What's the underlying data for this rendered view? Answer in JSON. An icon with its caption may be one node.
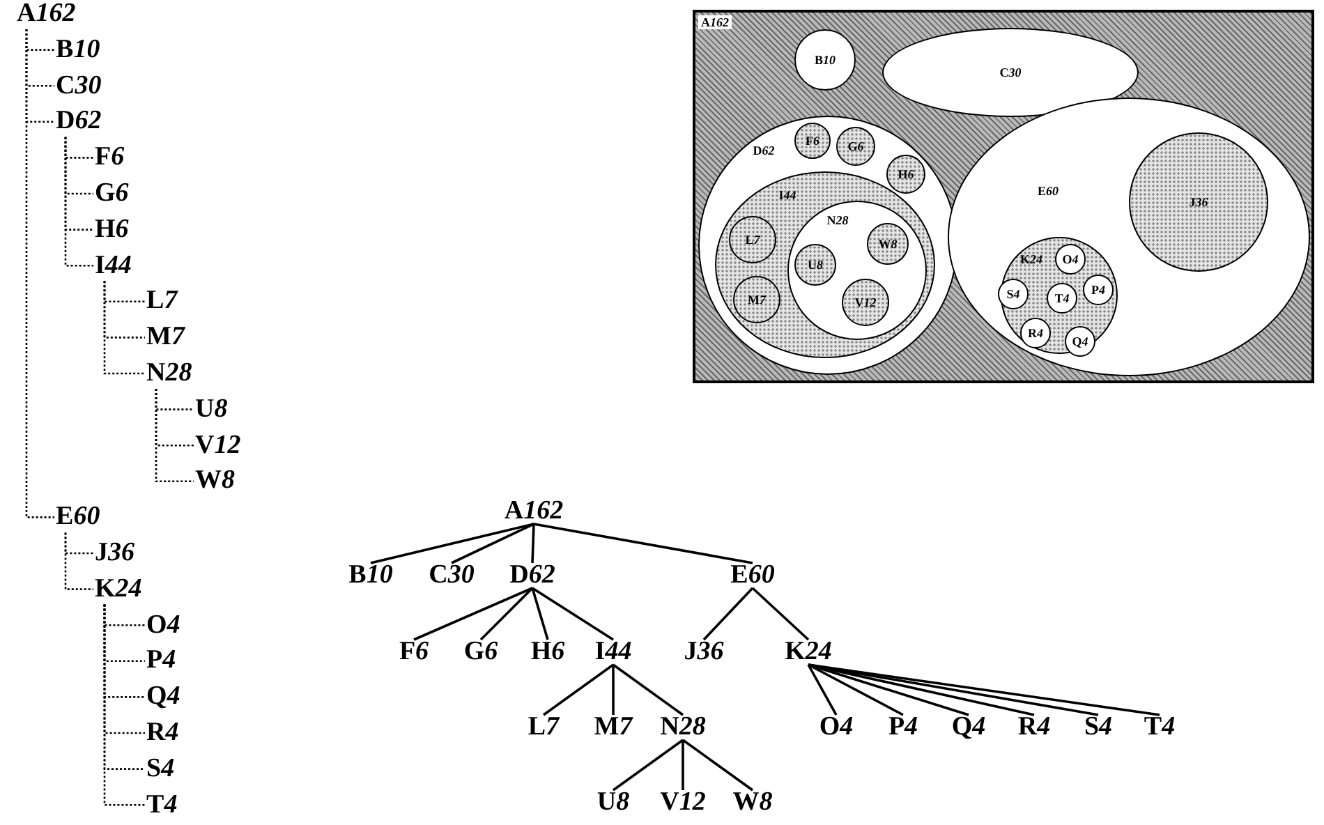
{
  "diagram": {
    "nodes": [
      {
        "text": [
          "A162"
        ]
      },
      {
        "text": [
          "B10"
        ]
      },
      {
        "text": [
          "C30"
        ]
      },
      {
        "text": [
          "D62"
        ]
      },
      {
        "text": [
          "F6"
        ]
      },
      {
        "text": [
          "G6"
        ]
      },
      {
        "text": [
          "H6"
        ]
      },
      {
        "text": [
          "I44"
        ]
      },
      {
        "text": [
          "L7"
        ]
      },
      {
        "text": [
          "M7"
        ]
      },
      {
        "text": [
          "N28"
        ]
      },
      {
        "text": [
          "U8"
        ]
      },
      {
        "text": [
          "V12"
        ]
      },
      {
        "text": [
          "W8"
        ]
      },
      {
        "text": [
          "E60"
        ]
      },
      {
        "text": [
          "J36"
        ]
      },
      {
        "text": [
          "K24"
        ]
      },
      {
        "text": [
          "O4"
        ]
      },
      {
        "text": [
          "P4"
        ]
      },
      {
        "text": [
          "Q4"
        ]
      },
      {
        "text": [
          "R4"
        ]
      },
      {
        "text": [
          "S4"
        ]
      },
      {
        "text": [
          "T4"
        ]
      },
      {
        "text": [
          "A162"
        ]
      },
      {
        "text": [
          "B10"
        ],
        "in": 23
      },
      {
        "text": [
          "C30"
        ],
        "in": 23
      },
      {
        "text": [
          "D62"
        ],
        "in": 23
      },
      {
        "text": [
          "F6"
        ],
        "in": 26
      },
      {
        "text": [
          "G6"
        ],
        "in": 26
      },
      {
        "text": [
          "H6"
        ],
        "in": 26
      },
      {
        "text": [
          "I44"
        ],
        "in": 26
      },
      {
        "text": [
          "L7"
        ],
        "in": 30
      },
      {
        "text": [
          "M7"
        ],
        "in": 30
      },
      {
        "text": [
          "N28"
        ],
        "in": 30
      },
      {
        "text": [
          "U8"
        ],
        "in": 33
      },
      {
        "text": [
          "V12"
        ],
        "in": 33
      },
      {
        "text": [
          "W8"
        ],
        "in": 33
      },
      {
        "text": [
          "E60"
        ],
        "in": 23
      },
      {
        "text": [
          "J36"
        ],
        "in": 37
      },
      {
        "text": [
          "K24"
        ],
        "in": 37
      },
      {
        "text": [
          "O4"
        ],
        "in": 39
      },
      {
        "text": [
          "P4"
        ],
        "in": 39
      },
      {
        "text": [
          "Q4"
        ],
        "in": 39
      },
      {
        "text": [
          "R4"
        ],
        "in": 39
      },
      {
        "text": [
          "S4"
        ],
        "in": 39
      },
      {
        "text": [
          "T4"
        ],
        "in": 39
      },
      {
        "text": [
          "A162"
        ]
      },
      {
        "text": [
          "B10"
        ]
      },
      {
        "text": [
          "C30"
        ]
      },
      {
        "text": [
          "D62"
        ]
      },
      {
        "text": [
          "F6"
        ]
      },
      {
        "text": [
          "G6"
        ]
      },
      {
        "text": [
          "H6"
        ]
      },
      {
        "text": [
          "I44"
        ]
      },
      {
        "text": [
          "L7"
        ]
      },
      {
        "text": [
          "M7"
        ]
      },
      {
        "text": [
          "N28"
        ]
      },
      {
        "text": [
          "U8"
        ]
      },
      {
        "text": [
          "V12"
        ]
      },
      {
        "text": [
          "W8"
        ]
      },
      {
        "text": [
          "E60"
        ]
      },
      {
        "text": [
          "J36"
        ]
      },
      {
        "text": [
          "K24"
        ]
      },
      {
        "text": [
          "O4"
        ]
      },
      {
        "text": [
          "P4"
        ]
      },
      {
        "text": [
          "Q4"
        ]
      },
      {
        "text": [
          "R4"
        ]
      },
      {
        "text": [
          "S4"
        ]
      },
      {
        "text": [
          "T4"
        ]
      }
    ],
    "edges": [
      {
        "from": 0,
        "to": 1,
        "arrow": "none",
        "style": "dashed"
      },
      {
        "from": 0,
        "to": 2,
        "arrow": "none",
        "style": "dashed"
      },
      {
        "from": 0,
        "to": 3,
        "arrow": "none",
        "style": "dashed"
      },
      {
        "from": 3,
        "to": 4,
        "arrow": "none",
        "style": "dashed"
      },
      {
        "from": 3,
        "to": 5,
        "arrow": "none",
        "style": "dashed"
      },
      {
        "from": 3,
        "to": 6,
        "arrow": "none",
        "style": "dashed"
      },
      {
        "from": 3,
        "to": 7,
        "arrow": "none",
        "style": "dashed"
      },
      {
        "from": 7,
        "to": 8,
        "arrow": "none",
        "style": "dashed"
      },
      {
        "from": 7,
        "to": 9,
        "arrow": "none",
        "style": "dashed"
      },
      {
        "from": 7,
        "to": 10,
        "arrow": "none",
        "style": "dashed"
      },
      {
        "from": 10,
        "to": 11,
        "arrow": "none",
        "style": "dashed"
      },
      {
        "from": 10,
        "to": 12,
        "arrow": "none",
        "style": "dashed"
      },
      {
        "from": 10,
        "to": 13,
        "arrow": "none",
        "style": "dashed"
      },
      {
        "from": 0,
        "to": 14,
        "arrow": "none",
        "style": "dashed"
      },
      {
        "from": 14,
        "to": 15,
        "arrow": "none",
        "style": "dashed"
      },
      {
        "from": 14,
        "to": 16,
        "arrow": "none",
        "style": "dashed"
      },
      {
        "from": 16,
        "to": 17,
        "arrow": "none",
        "style": "dashed"
      },
      {
        "from": 16,
        "to": 18,
        "arrow": "none",
        "style": "dashed"
      },
      {
        "from": 16,
        "to": 19,
        "arrow": "none",
        "style": "dashed"
      },
      {
        "from": 16,
        "to": 20,
        "arrow": "none",
        "style": "dashed"
      },
      {
        "from": 16,
        "to": 21,
        "arrow": "none",
        "style": "dashed"
      },
      {
        "from": 16,
        "to": 22,
        "arrow": "none",
        "style": "dashed"
      },
      {
        "from": 46,
        "to": 47,
        "arrow": "none"
      },
      {
        "from": 46,
        "to": 48,
        "arrow": "none"
      },
      {
        "from": 46,
        "to": 49,
        "arrow": "none"
      },
      {
        "from": 49,
        "to": 50,
        "arrow": "none"
      },
      {
        "from": 49,
        "to": 51,
        "arrow": "none"
      },
      {
        "from": 49,
        "to": 52,
        "arrow": "none"
      },
      {
        "from": 49,
        "to": 53,
        "arrow": "none"
      },
      {
        "from": 53,
        "to": 54,
        "arrow": "none"
      },
      {
        "from": 53,
        "to": 55,
        "arrow": "none"
      },
      {
        "from": 53,
        "to": 56,
        "arrow": "none"
      },
      {
        "from": 56,
        "to": 57,
        "arrow": "none"
      },
      {
        "from": 56,
        "to": 58,
        "arrow": "none"
      },
      {
        "from": 56,
        "to": 59,
        "arrow": "none"
      },
      {
        "from": 46,
        "to": 60,
        "arrow": "none"
      },
      {
        "from": 60,
        "to": 61,
        "arrow": "none"
      },
      {
        "from": 60,
        "to": 62,
        "arrow": "none"
      },
      {
        "from": 62,
        "to": 63,
        "arrow": "none"
      },
      {
        "from": 62,
        "to": 64,
        "arrow": "none"
      },
      {
        "from": 62,
        "to": 65,
        "arrow": "none"
      },
      {
        "from": 62,
        "to": 66,
        "arrow": "none"
      },
      {
        "from": 62,
        "to": 67,
        "arrow": "none"
      },
      {
        "from": 62,
        "to": 68,
        "arrow": "none"
      }
    ]
  }
}
